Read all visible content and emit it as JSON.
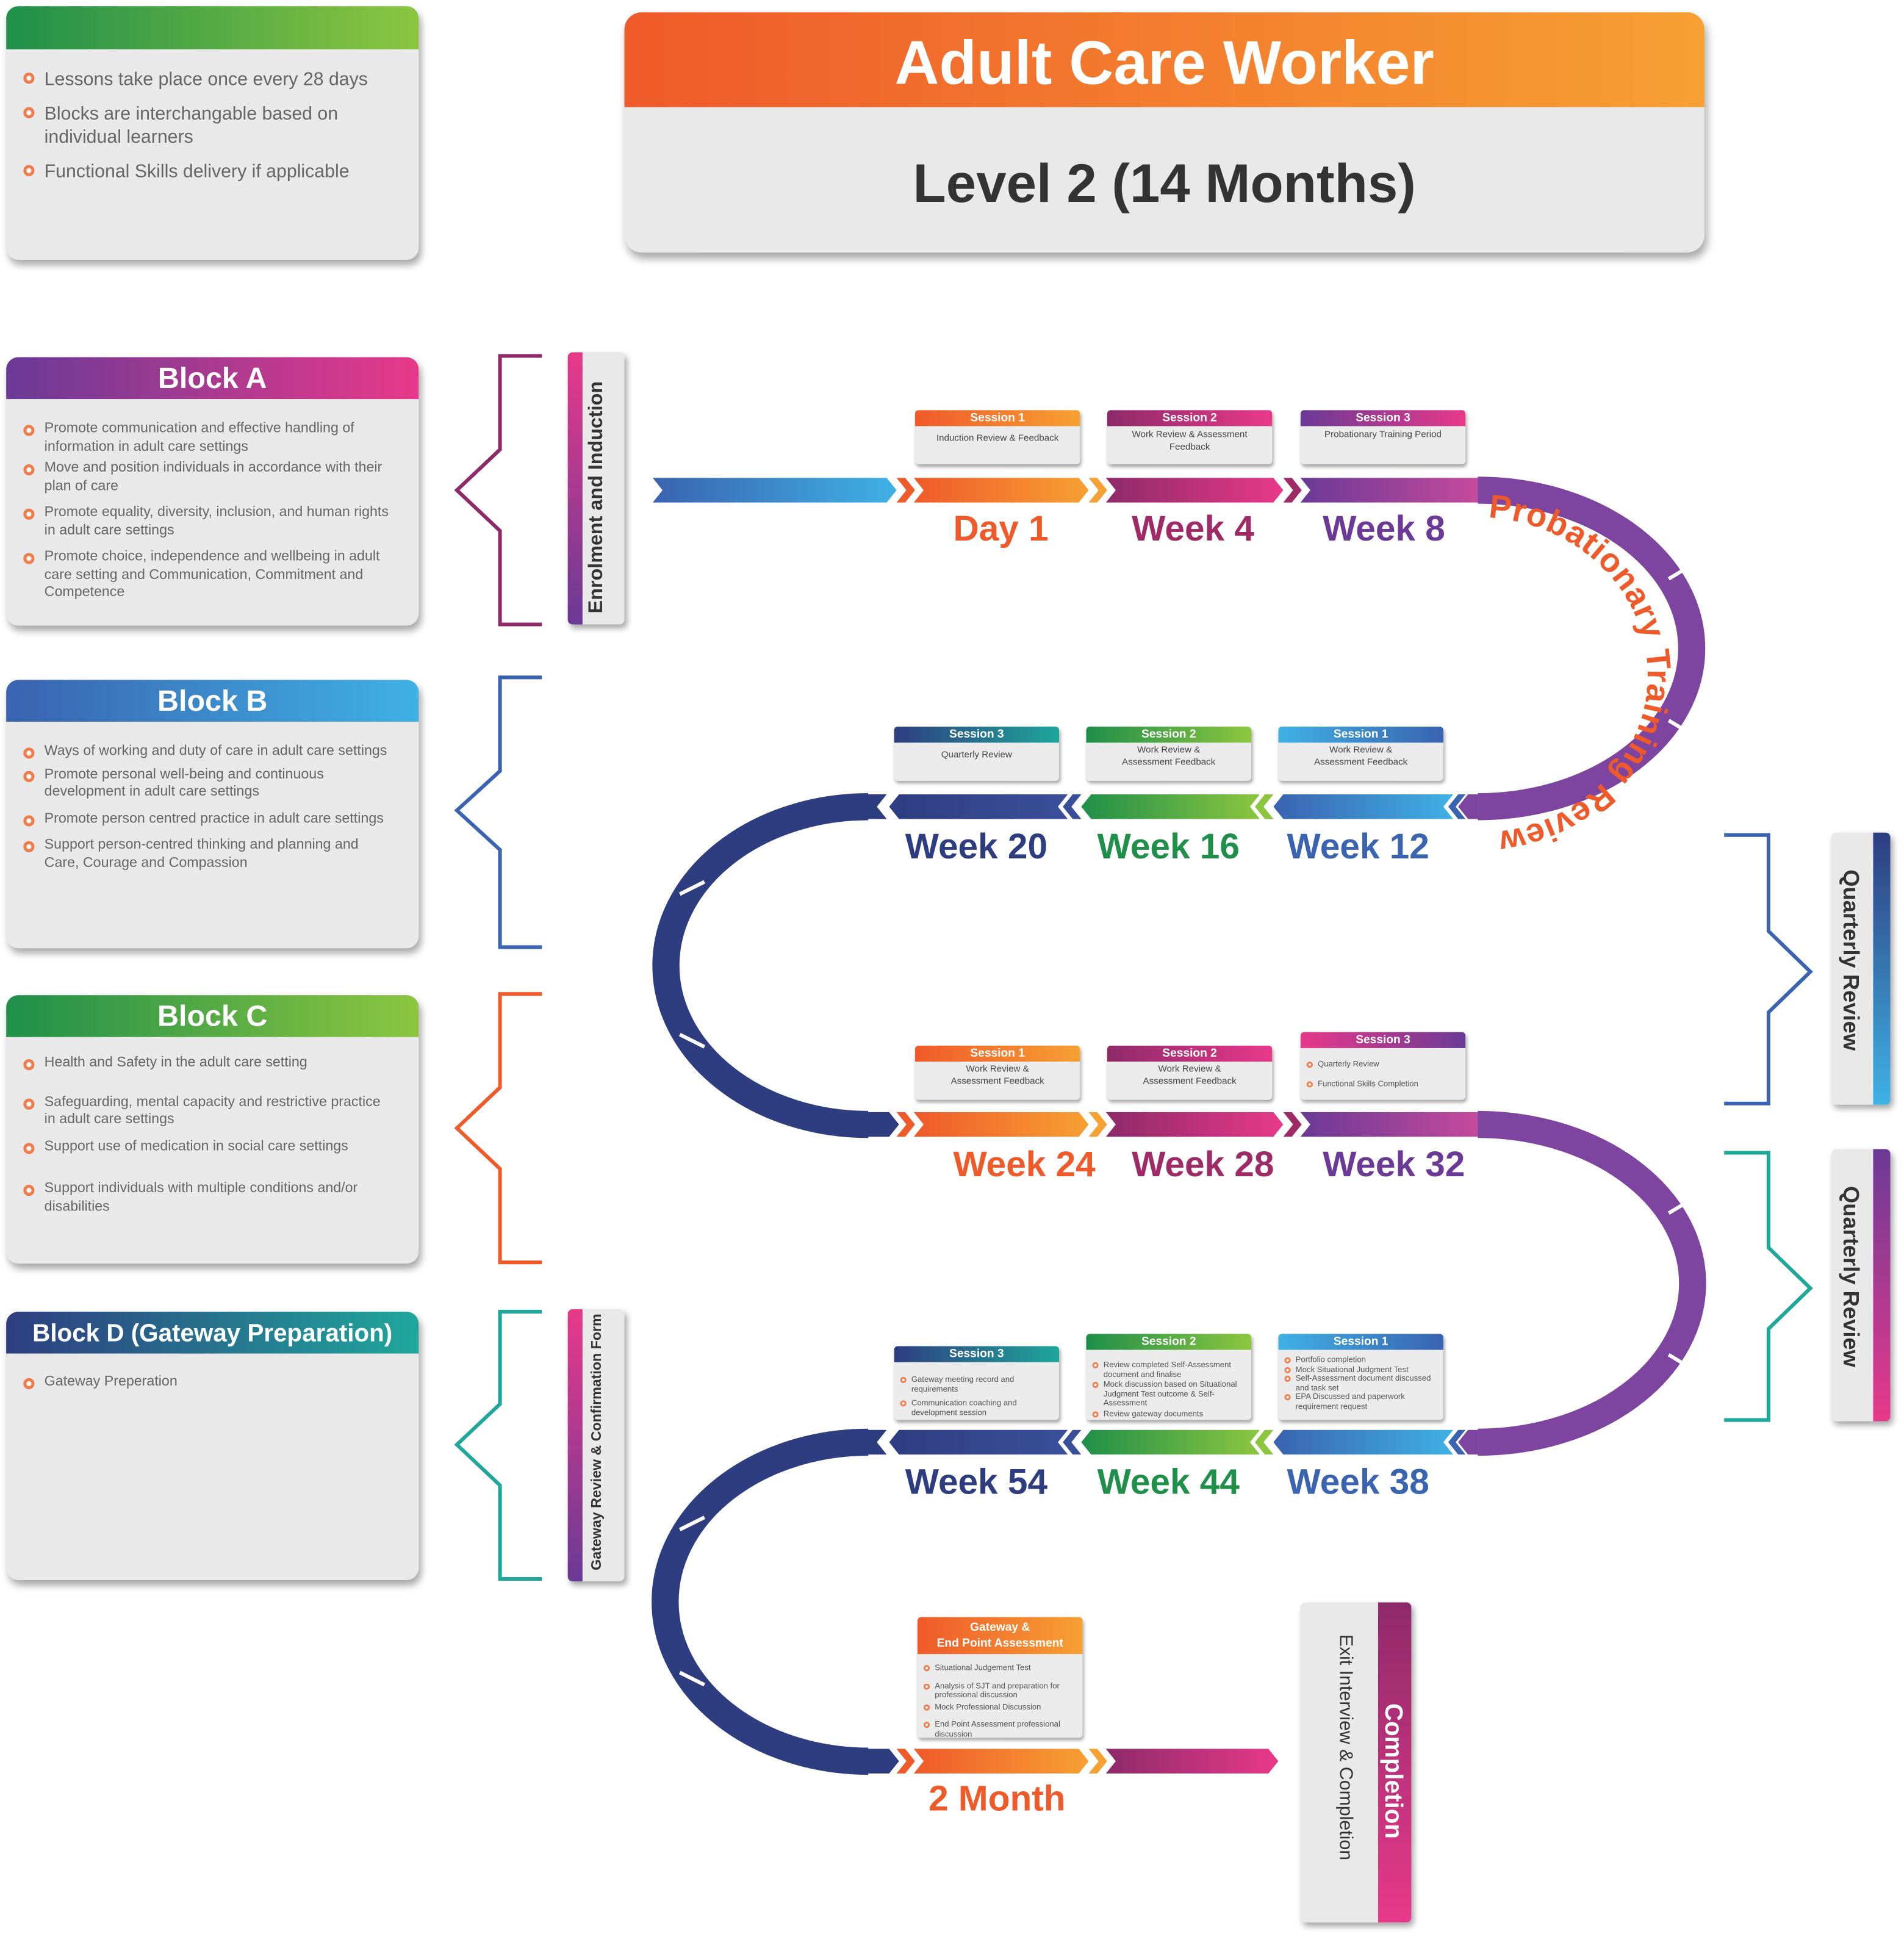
{
  "title": "Adult Care Worker",
  "subtitle": "Level 2 (14 Months)",
  "notes": [
    "Lessons take place once every 28 days",
    "Blocks are interchangable based on individual learners",
    "Functional Skills delivery if applicable"
  ],
  "blocks": [
    {
      "title": "Block A",
      "items": [
        "Promote communication and effective handling of information in adult care settings",
        "Move and position individuals in accordance with their plan of care",
        "Promote equality, diversity, inclusion, and human rights in adult care settings",
        "Promote choice, independence and wellbeing in adult care setting and Communication, Commitment and Competence"
      ]
    },
    {
      "title": "Block B",
      "items": [
        "Ways of working and duty of care in adult care settings",
        "Promote personal well-being and continuous development in adult care settings",
        "Promote person centred practice in adult care settings",
        "Support person-centred thinking and planning and Care, Courage and Compassion"
      ]
    },
    {
      "title": "Block C",
      "items": [
        "Health and Safety in the adult care setting",
        "Safeguarding, mental capacity and restrictive practice in adult care settings",
        "Support use of medication in social care settings",
        "Support individuals with multiple conditions and/or disabilities"
      ]
    },
    {
      "title": "Block D (Gateway Preparation)",
      "items": [
        "Gateway Preperation"
      ]
    }
  ],
  "side_tabs": {
    "enrolment": "Enrolment and Induction",
    "gateway_review": "Gateway Review & Confirmation Form",
    "quarterly_1": "Quarterly Review",
    "quarterly_2": "Quarterly Review",
    "completion_title": "Completion",
    "completion_sub": "Exit Interview & Completion"
  },
  "curve_label": "Probationary Training Review",
  "timeline": {
    "row1": [
      {
        "label": "Day 1",
        "session": "Session 1",
        "desc": "Induction Review & Feedback",
        "color": "#ef5a2a"
      },
      {
        "label": "Week 4",
        "session": "Session 2",
        "desc": "Work Review & Assessment Feedback",
        "color": "#9e2a66"
      },
      {
        "label": "Week 8",
        "session": "Session 3",
        "desc": "Probationary Training Period",
        "color": "#6a3a96"
      }
    ],
    "row2": [
      {
        "label": "Week 20",
        "session": "Session 3",
        "desc": "Quarterly Review",
        "color": "#2e3d80"
      },
      {
        "label": "Week 16",
        "session": "Session 2",
        "desc": "Work Review & Assessment Feedback",
        "color": "#1f8f4a"
      },
      {
        "label": "Week 12",
        "session": "Session 1",
        "desc": "Work Review & Assessment Feedback",
        "color": "#3a63b0"
      }
    ],
    "row3": [
      {
        "label": "Week 24",
        "session": "Session 1",
        "desc": "Work Review & Assessment Feedback",
        "color": "#ef5a2a"
      },
      {
        "label": "Week 28",
        "session": "Session 2",
        "desc": "Work Review & Assessment Feedback",
        "color": "#9e2a66"
      },
      {
        "label": "Week 32",
        "session": "Session 3",
        "items": [
          "Quarterly Review",
          "Functional Skills Completion"
        ],
        "color": "#6a3a96"
      }
    ],
    "row4": [
      {
        "label": "Week 54",
        "session": "Session 3",
        "items": [
          "Gateway meeting record and requirements",
          "Communication coaching and development session"
        ],
        "color": "#2e3d80"
      },
      {
        "label": "Week 44",
        "session": "Session 2",
        "items": [
          "Review completed Self-Assessment document and finalise",
          "Mock discussion based on Situational Judgment Test outcome & Self-Assessment",
          "Review gateway documents"
        ],
        "color": "#1f8f4a"
      },
      {
        "label": "Week 38",
        "session": "Session 1",
        "items": [
          "Portfolio completion",
          "Mock Situational Judgment Test",
          "Self-Assessment document discussed and task set",
          "EPA Discussed and paperwork requirement request"
        ],
        "color": "#3a63b0"
      }
    ],
    "row5": [
      {
        "label": "2 Month",
        "session": "Gateway &\nEnd Point Assessment",
        "items": [
          "Situational Judgement Test",
          "Analysis of SJT and preparation for professional discussion",
          "Mock Professional Discussion",
          "End Point Assessment professional discussion"
        ],
        "color": "#ef5a2a"
      }
    ]
  },
  "colors": {
    "orange": "#ef5a2a",
    "purple": "#6a3a96",
    "navy": "#2e3d80",
    "green": "#1f8f4a",
    "blue": "#3a63b0",
    "magenta": "#9e2a66",
    "teal": "#1fa79b"
  }
}
